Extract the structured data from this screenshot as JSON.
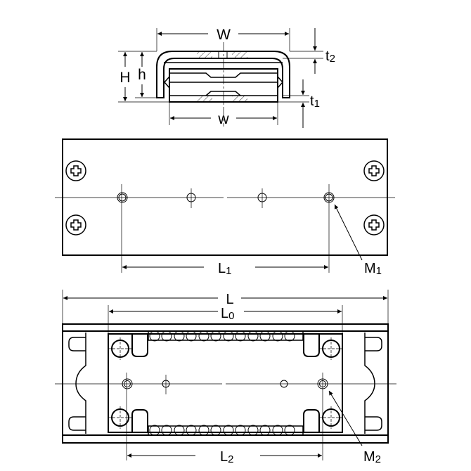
{
  "diagram": {
    "type": "technical-drawing",
    "subject": "linear slide / cross roller guide",
    "views": [
      {
        "name": "end-section-view",
        "labels": [
          "W",
          "w",
          "H",
          "h",
          "t2",
          "t1"
        ]
      },
      {
        "name": "top-view",
        "labels": [
          "L1",
          "M1"
        ]
      },
      {
        "name": "bottom-view",
        "labels": [
          "L",
          "L0",
          "L2",
          "M2"
        ]
      }
    ]
  },
  "labels": {
    "W": {
      "main": "W",
      "sub": ""
    },
    "w": {
      "main": "w",
      "sub": ""
    },
    "H": {
      "main": "H",
      "sub": ""
    },
    "h": {
      "main": "h",
      "sub": ""
    },
    "t2": {
      "main": "t",
      "sub": "2"
    },
    "t1": {
      "main": "t",
      "sub": "1"
    },
    "L1": {
      "main": "L",
      "sub": "1"
    },
    "M1": {
      "main": "M",
      "sub": "1"
    },
    "L": {
      "main": "L",
      "sub": ""
    },
    "L0": {
      "main": "L",
      "sub": "0"
    },
    "L2": {
      "main": "L",
      "sub": "2"
    },
    "M2": {
      "main": "M",
      "sub": "2"
    }
  },
  "colors": {
    "line": "#000000",
    "background": "#ffffff"
  }
}
